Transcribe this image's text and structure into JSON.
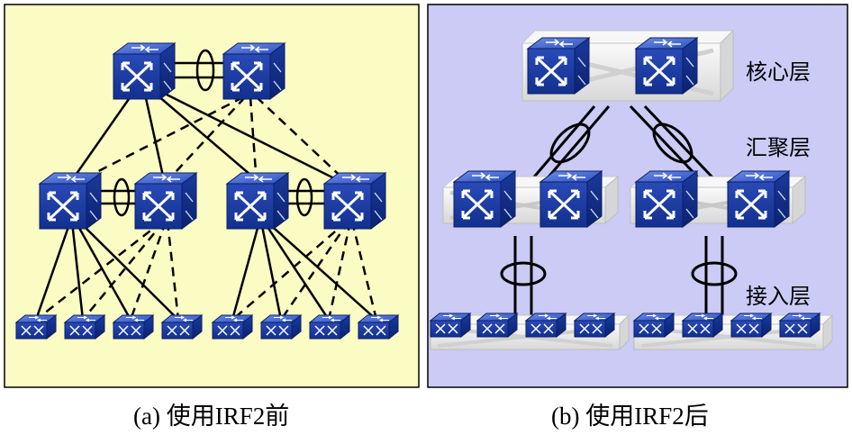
{
  "captions": {
    "left": "(a) 使用IRF2前",
    "right": "(b) 使用IRF2后"
  },
  "layers": {
    "core": "核心层",
    "aggregation": "汇聚层",
    "access": "接入层"
  },
  "colors": {
    "left_panel_bg": "#fbfbc4",
    "right_panel_bg": "#cbcbf6",
    "switch_blue": "#1c3fb0",
    "stack_gray": "#e8e8e8"
  },
  "icons": {
    "core_switch": "core-switch-icon",
    "access_switch": "access-switch-icon",
    "link_bundle": "link-aggregation-ring-icon"
  }
}
